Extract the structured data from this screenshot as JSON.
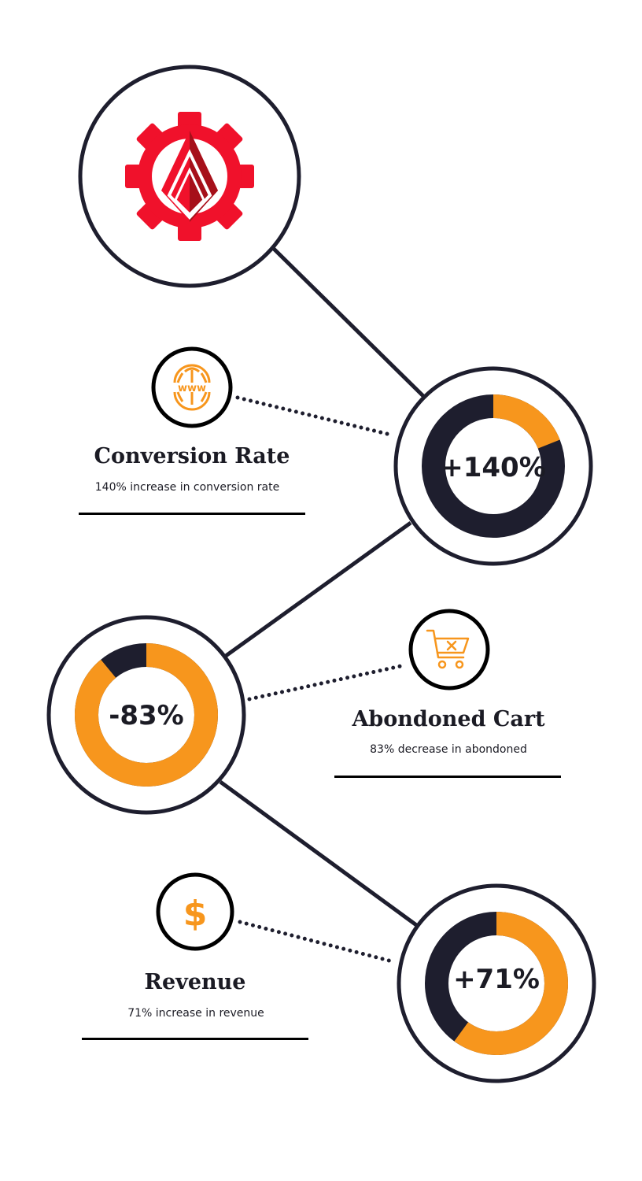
{
  "colors": {
    "accent": "#f7961d",
    "dark": "#1e1e2e",
    "logo_red": "#f0112b",
    "logo_dark_red": "#a6101a"
  },
  "brand": {
    "logo_icon": "gear-arrowhead-logo-icon"
  },
  "metrics": [
    {
      "id": "conversion",
      "title": "Conversion Rate",
      "description": "140% increase in conversion rate",
      "value_label": "+140%",
      "accent_fraction": 0.19,
      "icon": "www-globe-icon"
    },
    {
      "id": "cart",
      "title": "Abondoned Cart",
      "description": "83% decrease in abondoned",
      "value_label": "-83%",
      "accent_fraction": 0.89,
      "icon": "shopping-cart-x-icon"
    },
    {
      "id": "revenue",
      "title": "Revenue",
      "description": "71% increase in revenue",
      "value_label": "+71%",
      "accent_fraction": 0.6,
      "icon": "dollar-icon",
      "icon_glyph": "$"
    }
  ]
}
